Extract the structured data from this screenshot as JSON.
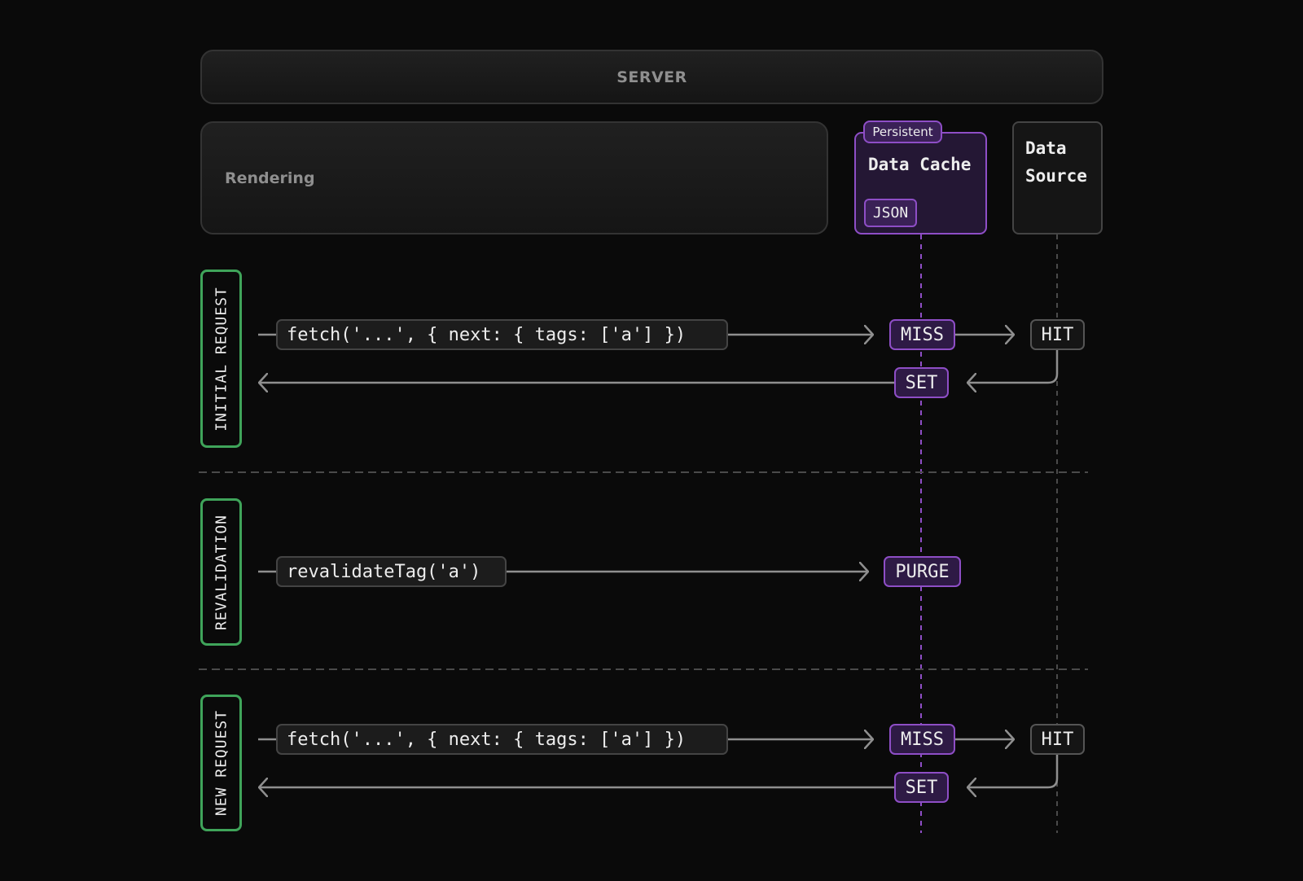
{
  "server": {
    "label": "SERVER"
  },
  "rendering": {
    "label": "Rendering"
  },
  "data_cache": {
    "badge": "Persistent",
    "title": "Data Cache",
    "chip": "JSON"
  },
  "data_source": {
    "title_line1": "Data",
    "title_line2": "Source"
  },
  "lanes": {
    "initial": "INITIAL REQUEST",
    "revalidation": "REVALIDATION",
    "new": "NEW REQUEST"
  },
  "initial_request": {
    "call": "fetch('...', { next: { tags: ['a'] })",
    "cache_result": "MISS",
    "source_result": "HIT",
    "cache_action": "SET"
  },
  "revalidation": {
    "call": "revalidateTag('a')",
    "cache_action": "PURGE"
  },
  "new_request": {
    "call": "fetch('...', { next: { tags: ['a'] })",
    "cache_result": "MISS",
    "source_result": "HIT",
    "cache_action": "SET"
  },
  "colors": {
    "background": "#0a0a0a",
    "cache_accent": "#8e4ec6",
    "lane_accent": "#3fa45a",
    "arrow": "#8f8f8f"
  }
}
